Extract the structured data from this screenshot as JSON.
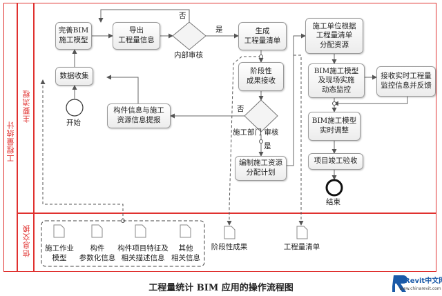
{
  "lanes": {
    "outer": "工程量统计",
    "main": "主要流程",
    "info": "信息交换"
  },
  "nodes": {
    "perfect_model": "完善BIM\n施工模型",
    "export_quantity": "导出\n工程量信息",
    "internal_review": "内部审核",
    "generate_list": "生成\n工程量清单",
    "data_collect": "数据收集",
    "start": "开始",
    "component_info": "构件信息与施工\n资源信息提报",
    "stage_result": "阶段性\n成果接收",
    "dept_review": "施工部门  审核",
    "compile_plan": "编制施工资源\n分配计划",
    "allocate": "施工单位根据\n工程量清单\n分配资源",
    "dynamic_monitor": "BIM施工模型\n及现场实施\n动态监控",
    "receive_feedback": "接收实时工程量\n监控信息并反馈",
    "realtime_adjust": "BIM施工模型\n实时调整",
    "acceptance": "项目竣工验收",
    "end": "结束"
  },
  "edges": {
    "no_internal": "否",
    "yes_internal": "是",
    "no_dept": "否",
    "yes_dept": "是"
  },
  "documents": {
    "work_model": "施工作业\n模型",
    "param_info": "构件\n参数化信息",
    "feature_desc": "构件项目特征及\n相关描述信息",
    "other_info": "其他\n相关信息",
    "stage_results": "阶段性成果",
    "quantity_list": "工程量清单"
  },
  "caption": "工程量统计 BIM 应用的操作流程图",
  "logo": {
    "brand": "Revit中文网",
    "url": "www.chinarevit.com"
  },
  "colors": {
    "lane_border": "#e0312f",
    "logo_blue": "#1a5aa8"
  }
}
